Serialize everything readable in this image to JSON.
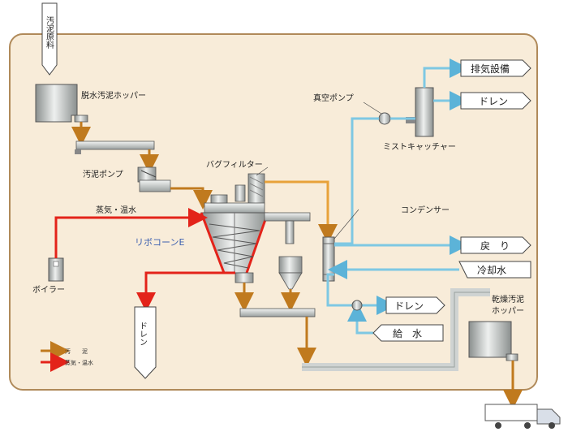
{
  "labels": {
    "raw_sludge": "汚泥原料",
    "dewatered_hopper": "脱水汚泥ホッパー",
    "sludge_pump": "汚泥ポンプ",
    "bag_filter": "バグフィルター",
    "steam_hot_water": "蒸気・温水",
    "riboconee": "リボコーンE",
    "boiler": "ボイラー",
    "drain_left": "ドレン",
    "vacuum_pump": "真空ポンプ",
    "mist_catcher": "ミストキャッチャー",
    "condenser": "コンデンサー",
    "dry_hopper": "乾燥汚泥\nホッパー"
  },
  "outputs": {
    "exhaust": "排気設備",
    "drain_top": "ドレン",
    "return": "戻　り",
    "cooling_water": "冷却水",
    "drain_mid": "ドレン",
    "feed_water": "給　水"
  },
  "legend": {
    "sludge": "汚　　泥",
    "steam": "蒸気・温水"
  },
  "colors": {
    "sludge": "#c07a1e",
    "steam": "#e3231a",
    "water": "#7ec8e3",
    "pipe": "#cfd3d2",
    "frame_bg": "#f8ecd9",
    "frame_border": "#b08a5a"
  }
}
